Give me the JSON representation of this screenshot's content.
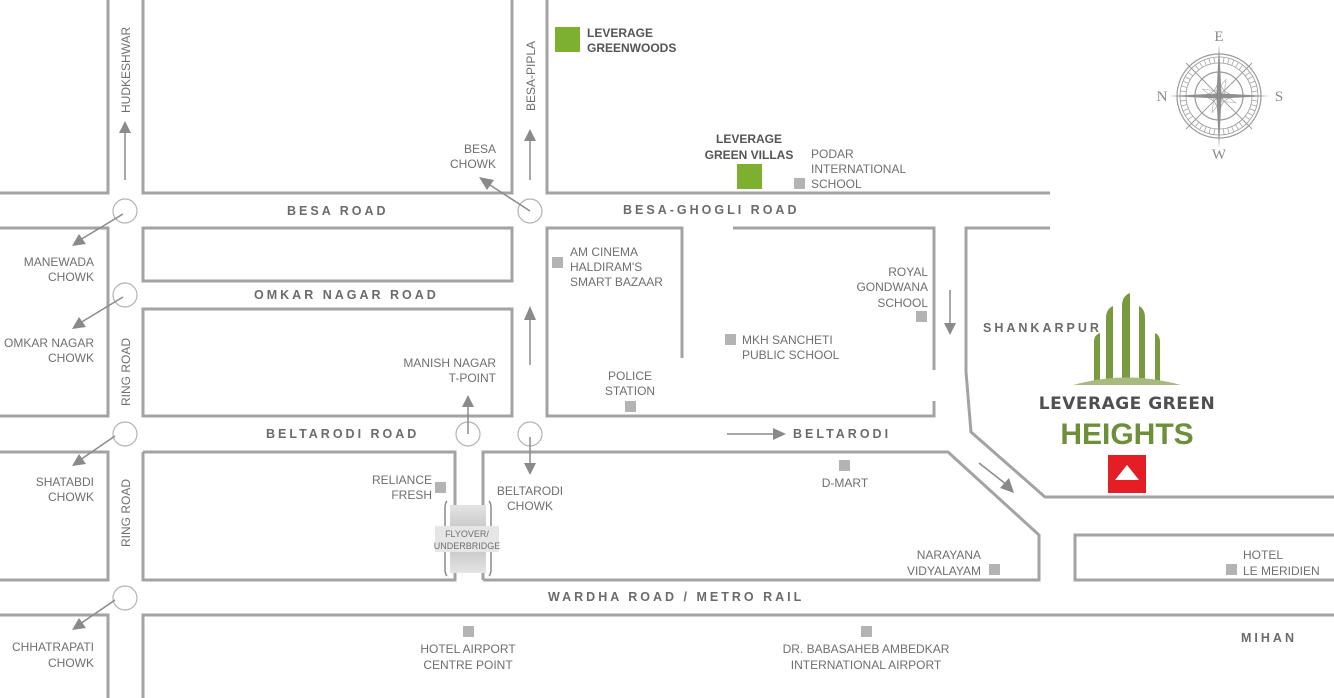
{
  "map": {
    "roads": {
      "besa_road": "BESA ROAD",
      "besa_ghogli_road": "BESA-GHOGLI ROAD",
      "omkar_nagar_road": "OMKAR NAGAR ROAD",
      "beltarodi_road": "BELTARODI ROAD",
      "beltarodi": "BELTARODI",
      "wardha_road": "WARDHA ROAD / METRO RAIL",
      "ring_road_upper": "RING ROAD",
      "ring_road_lower": "RING ROAD",
      "hudkeshwar": "HUDKESHWAR",
      "besa_pipla": "BESA-PIPLA",
      "shankarpur": "SHANKARPUR",
      "mihan": "MIHAN"
    },
    "chowks": {
      "manewada": [
        "MANEWADA",
        "CHOWK"
      ],
      "omkar_nagar": [
        "OMKAR NAGAR",
        "CHOWK"
      ],
      "shatabdi": [
        "SHATABDI",
        "CHOWK"
      ],
      "chhatrapati": [
        "CHHATRAPATI",
        "CHOWK"
      ],
      "besa": [
        "BESA",
        "CHOWK"
      ],
      "manish_nagar": [
        "MANISH NAGAR",
        "T-POINT"
      ],
      "beltarodi": [
        "BELTARODI",
        "CHOWK"
      ]
    },
    "projects": {
      "greenwoods": [
        "LEVERAGE",
        "GREENWOODS"
      ],
      "green_villas": [
        "LEVERAGE",
        "GREEN VILLAS"
      ]
    },
    "landmarks": {
      "podar": [
        "PODAR",
        "INTERNATIONAL",
        "SCHOOL"
      ],
      "am_cinema": [
        "AM CINEMA",
        "HALDIRAM'S",
        "SMART BAZAAR"
      ],
      "royal_gondwana": [
        "ROYAL",
        "GONDWANA",
        "SCHOOL"
      ],
      "mkh_sancheti": [
        "MKH SANCHETI",
        "PUBLIC SCHOOL"
      ],
      "police_station": [
        "POLICE",
        "STATION"
      ],
      "reliance_fresh": [
        "RELIANCE",
        "FRESH"
      ],
      "d_mart": [
        "D-MART"
      ],
      "narayana": [
        "NARAYANA",
        "VIDYALAYAM"
      ],
      "hotel_le_meridien": [
        "HOTEL",
        "LE MERIDIEN"
      ],
      "hotel_airport": [
        "HOTEL AIRPORT",
        "CENTRE POINT"
      ],
      "airport": [
        "DR. BABASAHEB AMBEDKAR",
        "INTERNATIONAL AIRPORT"
      ]
    },
    "flyover": [
      "FLYOVER/",
      "UNDERBRIDGE"
    ],
    "compass": {
      "north": "N",
      "south": "S",
      "east": "E",
      "west": "W"
    },
    "logo": {
      "line1": "LEVERAGE GREEN",
      "line2": "HEIGHTS",
      "green": "#6d8f3a",
      "marker_color": "#e31e24"
    },
    "colors": {
      "road_outline": "#a3a3a3",
      "project_green": "#7cb02e",
      "landmark_gray": "#b3b3b3"
    }
  }
}
